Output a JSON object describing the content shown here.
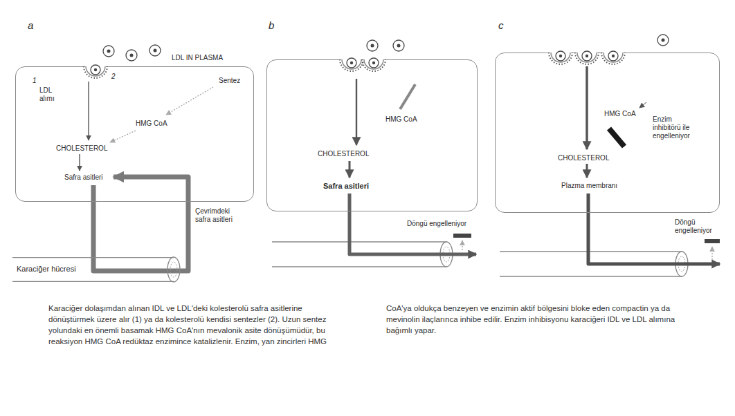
{
  "diagram": {
    "caption": "Karaciğer dolaşımdan alınan IDL ve LDL'deki kolesterolü safra asitlerine dönüştürmek üzere alır (1) ya da kolesterolü kendisi sentezler (2). Uzun sentez yolundaki en önemli basamak HMG CoA'nın mevalonik asite dönüşümüdür, bu reaksiyon HMG CoA redüktaz enzimince katalizlenir. Enzim, yan zincirleri HMG CoA'ya oldukça benzeyen ve enzimin aktif bölgesini bloke eden compactin ya da mevinolin ilaçlarınca inhibe edilir. Enzim inhibisyonu karaciğeri IDL ve LDL alımına bağımlı yapar.",
    "nodes": [
      {
        "text": [
          "1",
          "LDL alımı",
          "2",
          "Sentez",
          "HMG CoA",
          "CHOLESTEROL",
          "Safra asitleri"
        ]
      },
      {
        "text": [
          "Karaciğer hücresi"
        ]
      },
      {
        "text": [
          "HMG CoA",
          "CHOLESTEROL",
          "Safra asitleri"
        ]
      },
      {
        "text": [
          "HMG CoA",
          "Enzim inhibitörü ile engelleniyor",
          "CHOLESTEROL",
          "Plazma membranı"
        ]
      }
    ],
    "labels": [
      "a",
      "LDL IN PLASMA",
      "Çevrimdeki safra asitleri",
      "b",
      "Döngü engelleniyor",
      "c",
      "Döngü engelleniyor"
    ]
  }
}
